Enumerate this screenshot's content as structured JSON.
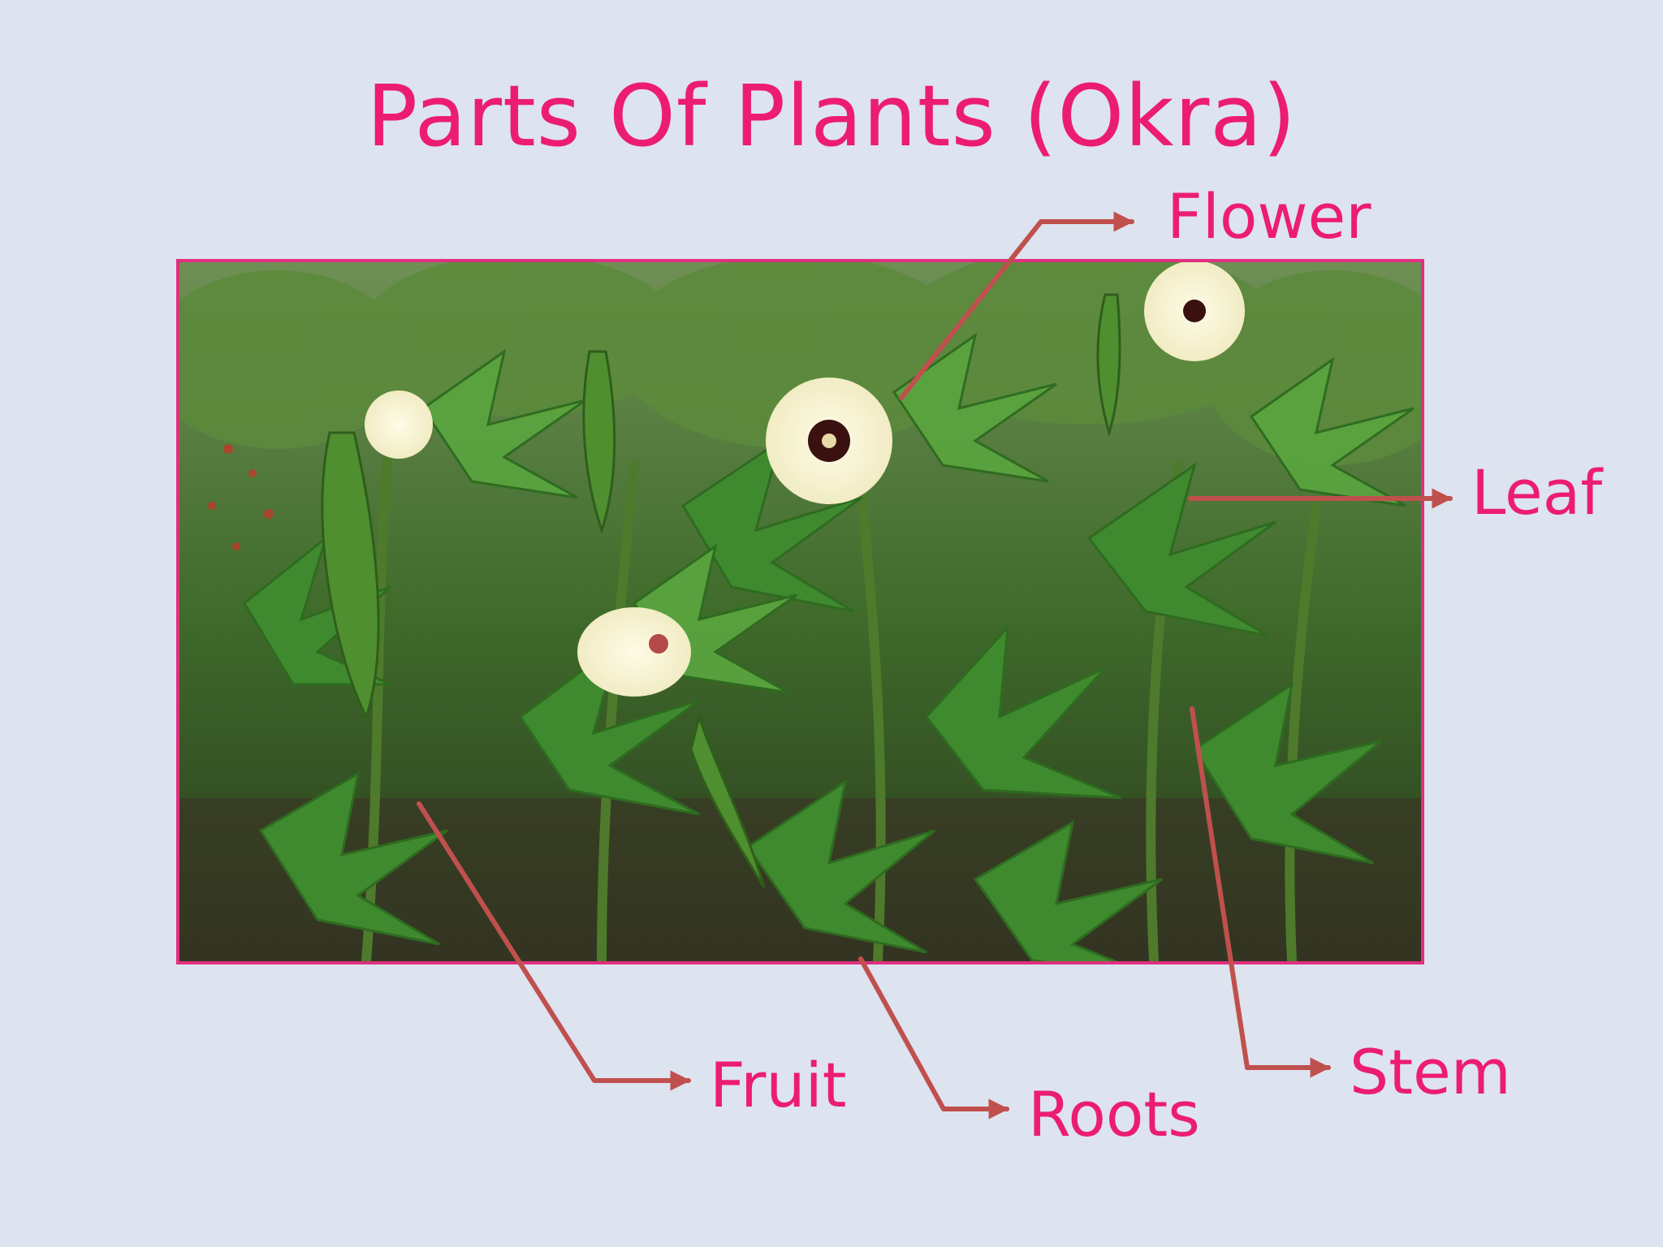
{
  "slide": {
    "title": "Parts Of Plants (Okra)"
  },
  "labels": {
    "flower": "Flower",
    "leaf": "Leaf",
    "fruit": "Fruit",
    "roots": "Roots",
    "stem": "Stem"
  },
  "colors": {
    "background": "#dde3ef",
    "title_text": "#ec1c74",
    "frame_border": "#e0307f",
    "arrow": "#c0504d"
  }
}
